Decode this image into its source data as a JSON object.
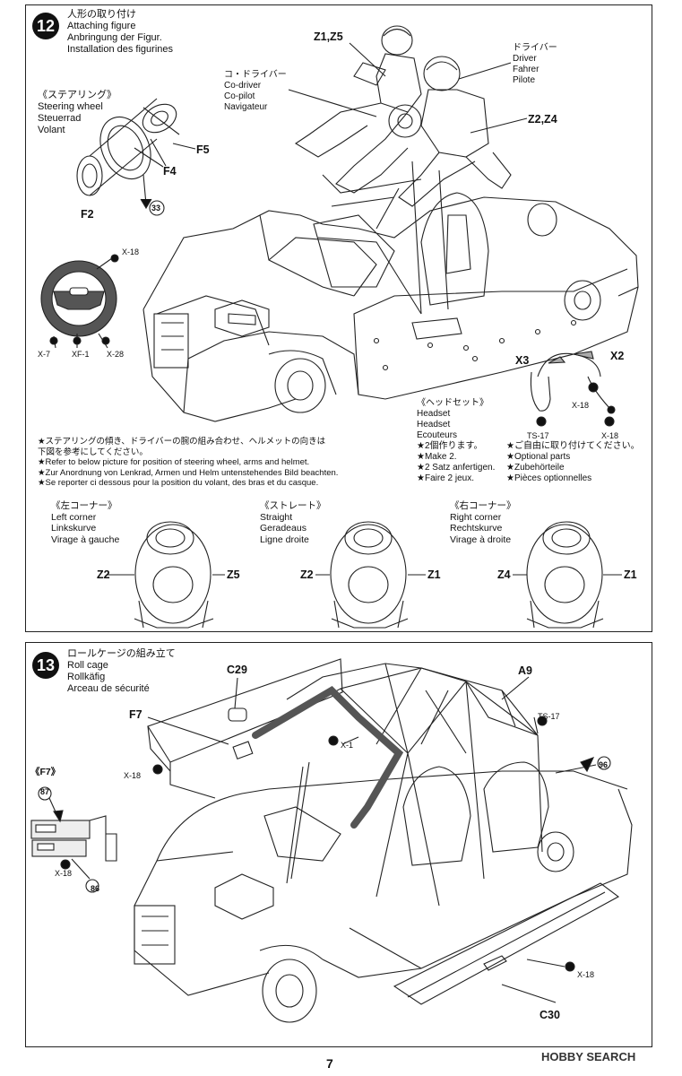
{
  "page_number": "7",
  "watermark": "HOBBY SEARCH",
  "step12": {
    "number": "12",
    "title_jp": "人形の取り付け",
    "title_en": "Attaching figure",
    "title_de": "Anbringung der Figur.",
    "title_fr": "Installation des figurines",
    "labels": {
      "z1z5": "Z1,Z5",
      "z2z4": "Z2,Z4",
      "f5": "F5",
      "f4": "F4",
      "f2": "F2",
      "num33": "33",
      "x18a": "X-18",
      "x7": "X-7",
      "xf1": "XF-1",
      "x28": "X-28",
      "x3": "X3",
      "x2": "X2",
      "x18b": "X-18",
      "ts17": "TS-17",
      "x18c": "X-18"
    },
    "driver": {
      "jp": "ドライバー",
      "en": "Driver",
      "de": "Fahrer",
      "fr": "Pilote"
    },
    "codriver": {
      "jp": "コ・ドライバー",
      "en": "Co-driver",
      "de": "Co-pilot",
      "fr": "Navigateur"
    },
    "steering": {
      "jp": "《ステアリング》",
      "en": "Steering wheel",
      "de": "Steuerrad",
      "fr": "Volant"
    },
    "headset": {
      "jp": "《ヘッドセット》",
      "en": "Headset",
      "de": "Headset",
      "fr": "Ecouteurs"
    },
    "make2": {
      "jp": "★2個作ります。",
      "en": "★Make 2.",
      "de": "★2 Satz anfertigen.",
      "fr": "★Faire 2 jeux."
    },
    "optional": {
      "jp": "★ご自由に取り付けてください。",
      "en": "★Optional parts",
      "de": "★Zubehörteile",
      "fr": "★Pièces optionnelles"
    },
    "note": {
      "jp1": "★ステアリングの傾き、ドライバーの腕の組み合わせ、ヘルメットの向きは",
      "jp2": "下図を参考にしてください。",
      "en": "★Refer to below picture for position of steering wheel, arms and helmet.",
      "de": "★Zur Anordnung von Lenkrad, Armen und Helm untenstehendes Bild beachten.",
      "fr": "★Se reporter ci dessous pour la position du volant, des bras et du casque."
    },
    "corners": [
      {
        "jp": "《左コーナー》",
        "en": "Left corner",
        "de": "Linkskurve",
        "fr": "Virage à gauche",
        "left": "Z2",
        "right": "Z5"
      },
      {
        "jp": "《ストレート》",
        "en": "Straight",
        "de": "Geradeaus",
        "fr": "Ligne droite",
        "left": "Z2",
        "right": "Z1"
      },
      {
        "jp": "《右コーナー》",
        "en": "Right corner",
        "de": "Rechtskurve",
        "fr": "Virage à droite",
        "left": "Z4",
        "right": "Z1"
      }
    ]
  },
  "step13": {
    "number": "13",
    "title_jp": "ロールケージの組み立て",
    "title_en": "Roll cage",
    "title_de": "Rollkäfig",
    "title_fr": "Arceau de sécurité",
    "labels": {
      "c29": "C29",
      "a9": "A9",
      "f7": "F7",
      "ts17": "TS-17",
      "x1": "X-1",
      "x18a": "X-18",
      "x18b": "X-18",
      "x18c": "X-18",
      "num96": "96",
      "num87": "87",
      "num86": "86",
      "c30": "C30",
      "f7sub": "《F7》"
    }
  }
}
